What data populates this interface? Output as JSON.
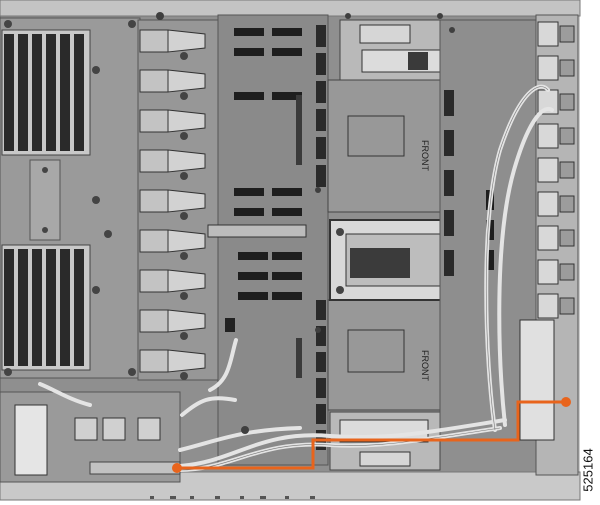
{
  "diagram": {
    "labels": {
      "front_top": "FRONT",
      "front_bottom": "FRONT",
      "figure_id": "525164"
    },
    "colors": {
      "board": "#8d8d8d",
      "board_dark": "#6f6f6f",
      "chassis": "#c9c9c9",
      "component": "#bdbdbd",
      "slot": "#1e1e1e",
      "cable": "#e4e4e4",
      "route": "#e8641c"
    }
  }
}
